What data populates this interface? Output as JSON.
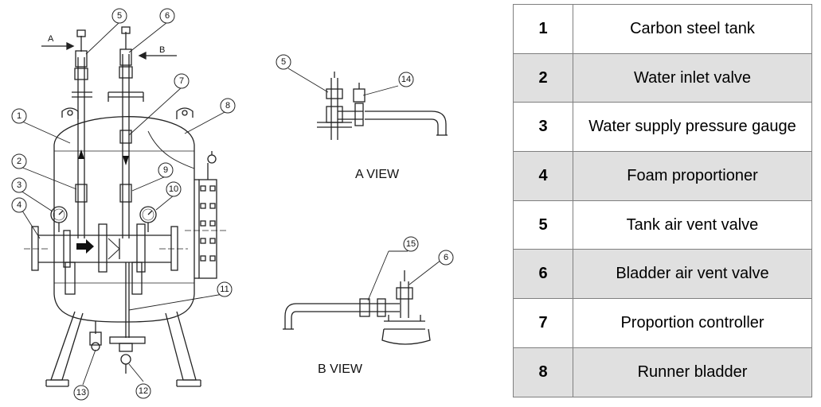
{
  "views": {
    "a_view": "A VIEW",
    "b_view": "B VIEW",
    "section_a": "A",
    "section_b": "B"
  },
  "callouts": [
    "1",
    "2",
    "3",
    "4",
    "5",
    "6",
    "7",
    "8",
    "9",
    "10",
    "11",
    "12",
    "13",
    "14",
    "15"
  ],
  "legend": [
    {
      "num": "1",
      "desc": "Carbon steel tank"
    },
    {
      "num": "2",
      "desc": "Water inlet valve"
    },
    {
      "num": "3",
      "desc": "Water supply pressure gauge"
    },
    {
      "num": "4",
      "desc": "Foam proportioner"
    },
    {
      "num": "5",
      "desc": "Tank air vent valve"
    },
    {
      "num": "6",
      "desc": "Bladder air vent valve"
    },
    {
      "num": "7",
      "desc": "Proportion controller"
    },
    {
      "num": "8",
      "desc": "Runner bladder"
    }
  ],
  "colors": {
    "line": "#222222",
    "row_shade": "#e0e0e0",
    "grid": "#7f7f7f"
  }
}
